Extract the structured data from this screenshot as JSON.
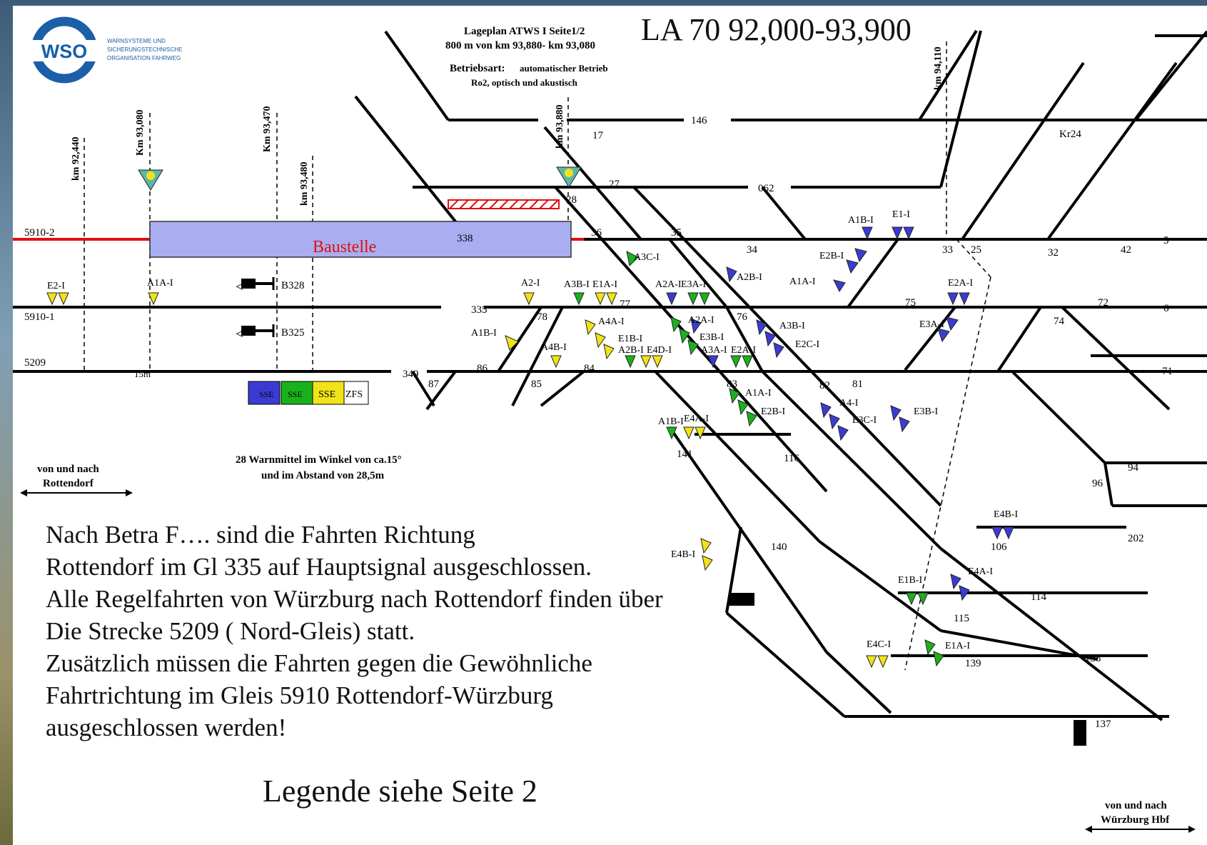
{
  "logo": {
    "text": "WSO",
    "line1": "WARNSYSTEME UND",
    "line2": "SICHERUNGSTECHNISCHE",
    "line3": "ORGANISATION FAHRWEG",
    "color": "#1a5fa8"
  },
  "header": {
    "title": "LA 70 92,000-93,900",
    "sub1": "Lageplan ATWS I Seite1/2",
    "sub2": "800 m von km 93,880- km 93,080",
    "sub3_label": "Betriebsart:",
    "sub3_value": "automatischer Betrieb",
    "sub4": "Ro2, optisch und akustisch"
  },
  "km_markers": [
    "km 92,440",
    "Km 93,080",
    "Km 93,470",
    "km 93,480",
    "km 93,880",
    "km 94,110"
  ],
  "tracks": {
    "t5910_2": "5910-2",
    "t5910_1": "5910-1",
    "t5209": "5209",
    "n338": "338",
    "n335": "335",
    "n349": "349",
    "n146": "146",
    "n062": "062",
    "n5": "5",
    "n6": "6",
    "n202": "202",
    "kr24": "Kr24"
  },
  "baustelle": "Baustelle",
  "numbers": [
    "17",
    "27",
    "28",
    "36",
    "35",
    "34",
    "33",
    "25",
    "32",
    "42",
    "77",
    "78",
    "76",
    "75",
    "72",
    "74",
    "71",
    "86",
    "84",
    "83",
    "82",
    "81",
    "87",
    "85",
    "141",
    "116",
    "94",
    "96",
    "106",
    "114",
    "115",
    "138",
    "139",
    "137",
    "140"
  ],
  "signals": {
    "B328": "B328",
    "B325": "B325",
    "distance_15m": "15m"
  },
  "posts": [
    "E2-I",
    "A1A-I",
    "A2-I",
    "A3B-I",
    "E1A-I",
    "A3C-I",
    "A2A-I",
    "E3A-I",
    "A2B-I",
    "A1B-I",
    "E1-I",
    "E2B-I",
    "A1A-I",
    "E2A-I",
    "A1B-I",
    "A4A-I",
    "E1B-I",
    "A2B-I",
    "E4D-I",
    "A2A-I",
    "E3B-I",
    "A3A-I",
    "E2A-I",
    "A3B-I",
    "E2C-I",
    "A4B-I",
    "E3A-I",
    "A1A-I",
    "E2B-I",
    "A4-I",
    "E3C-I",
    "E3B-I",
    "A1B-I",
    "E4A-I",
    "E4B-I",
    "E4B-I",
    "E1B-I",
    "E4A-I",
    "E4C-I",
    "E1A-I"
  ],
  "legend_boxes": [
    "SSE",
    "SSE",
    "SSE",
    "ZFS"
  ],
  "colors": {
    "blue": "#3b3bd4",
    "green": "#19b21c",
    "yellow": "#f2e318",
    "red": "#e01010",
    "work_zone": "#a9aef0"
  },
  "warning_info": {
    "line1": "28 Warnmittel im Winkel von ca.15°",
    "line2": "und im Abstand von 28,5m"
  },
  "directions": {
    "left_line1": "von und nach",
    "left_line2": "Rottendorf",
    "right_line1": "von und nach",
    "right_line2": "Würzburg Hbf"
  },
  "note_lines": [
    "Nach Betra F…. sind die Fahrten Richtung",
    "Rottendorf im Gl 335 auf Hauptsignal ausgeschlossen.",
    "Alle Regelfahrten von Würzburg nach Rottendorf finden über",
    "Die Strecke 5209 ( Nord-Gleis) statt.",
    "Zusätzlich müssen die Fahrten gegen die Gewöhnliche",
    "Fahrtrichtung im Gleis 5910 Rottendorf-Würzburg",
    "ausgeschlossen werden!"
  ],
  "legend_ref": "Legende siehe Seite 2"
}
